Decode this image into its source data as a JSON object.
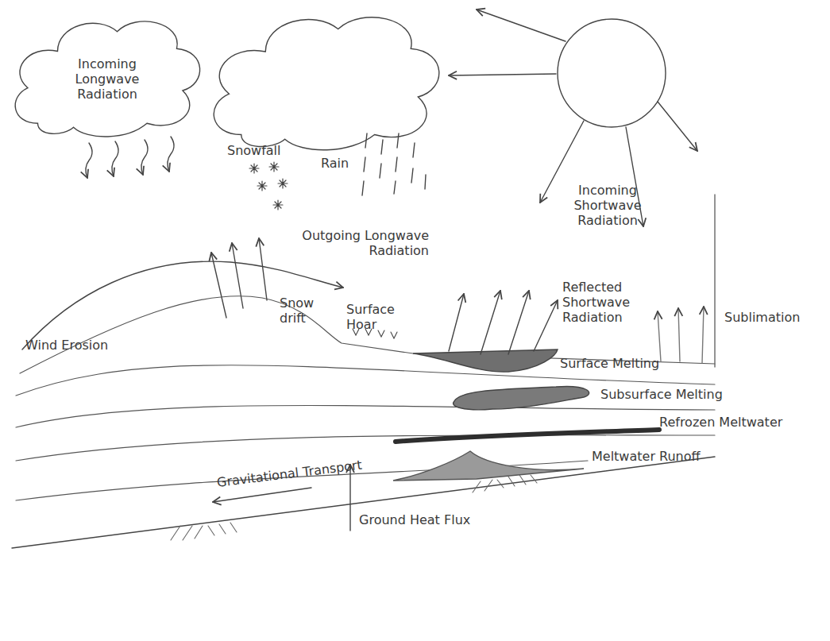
{
  "diagram": {
    "nodes": [
      {
        "text": [
          "Incoming Longwave Radiation"
        ]
      },
      {
        "text": [
          "Snowfall",
          "Rain"
        ]
      }
    ],
    "labels": [
      "Outgoing Longwave Radiation",
      "Incoming Shortwave Radiation",
      "Snow drift",
      "Surface Hoar",
      "Reflected Shortwave Radiation",
      "Sublimation",
      "Wind Erosion",
      "Surface Melting",
      "Subsurface Melting",
      "Refrozen Meltwater",
      "Meltwater Runoff",
      "Gravitational Transport",
      "Ground Heat Flux"
    ]
  }
}
